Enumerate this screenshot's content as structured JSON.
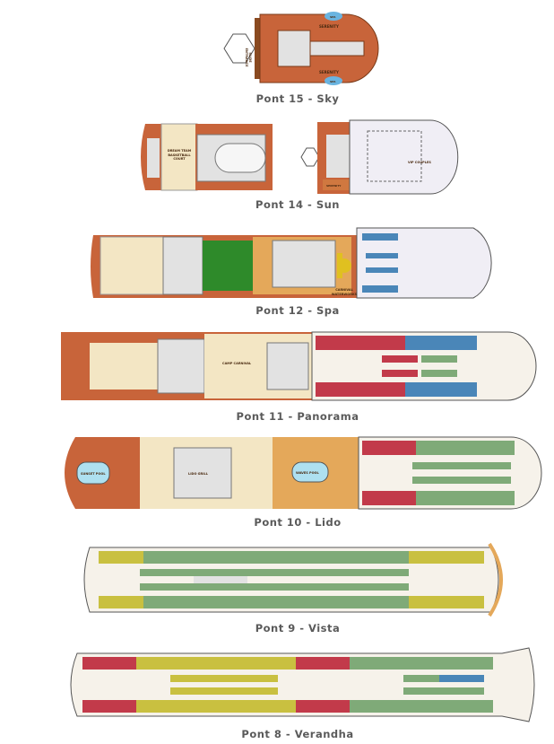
{
  "decks": [
    {
      "label": "Pont 15 - Sky",
      "areas": [
        "SERENITY",
        "SERENITY",
        "SPA",
        "SPA",
        "SLIDE ENTRANCE"
      ]
    },
    {
      "label": "Pont 14 - Sun",
      "areas": [
        "DREAM TEAM BASKETBALL COURT",
        "SERENITY",
        "VIP COUPLES"
      ]
    },
    {
      "label": "Pont 12 - Spa",
      "areas": [
        "CARNIVAL WATERWORKS"
      ]
    },
    {
      "label": "Pont 11 - Panorama",
      "areas": [
        "CAMP CARNIVAL"
      ]
    },
    {
      "label": "Pont 10 - Lido",
      "areas": [
        "SUNSET POOL",
        "WAVES POOL",
        "LIDO GRILL"
      ]
    },
    {
      "label": "Pont 9 - Vista",
      "areas": []
    },
    {
      "label": "Pont 8 - Verandha",
      "areas": []
    }
  ],
  "colors": {
    "deck_wood": "#c8643a",
    "deck_cream": "#f3e6c4",
    "pool_gray": "#d8d8d8",
    "cabin_green": "#7faa78",
    "cabin_red": "#c23a4a",
    "cabin_blue": "#4a86b8",
    "cabin_yellow": "#c9c040",
    "spa_white": "#f0eef5"
  }
}
